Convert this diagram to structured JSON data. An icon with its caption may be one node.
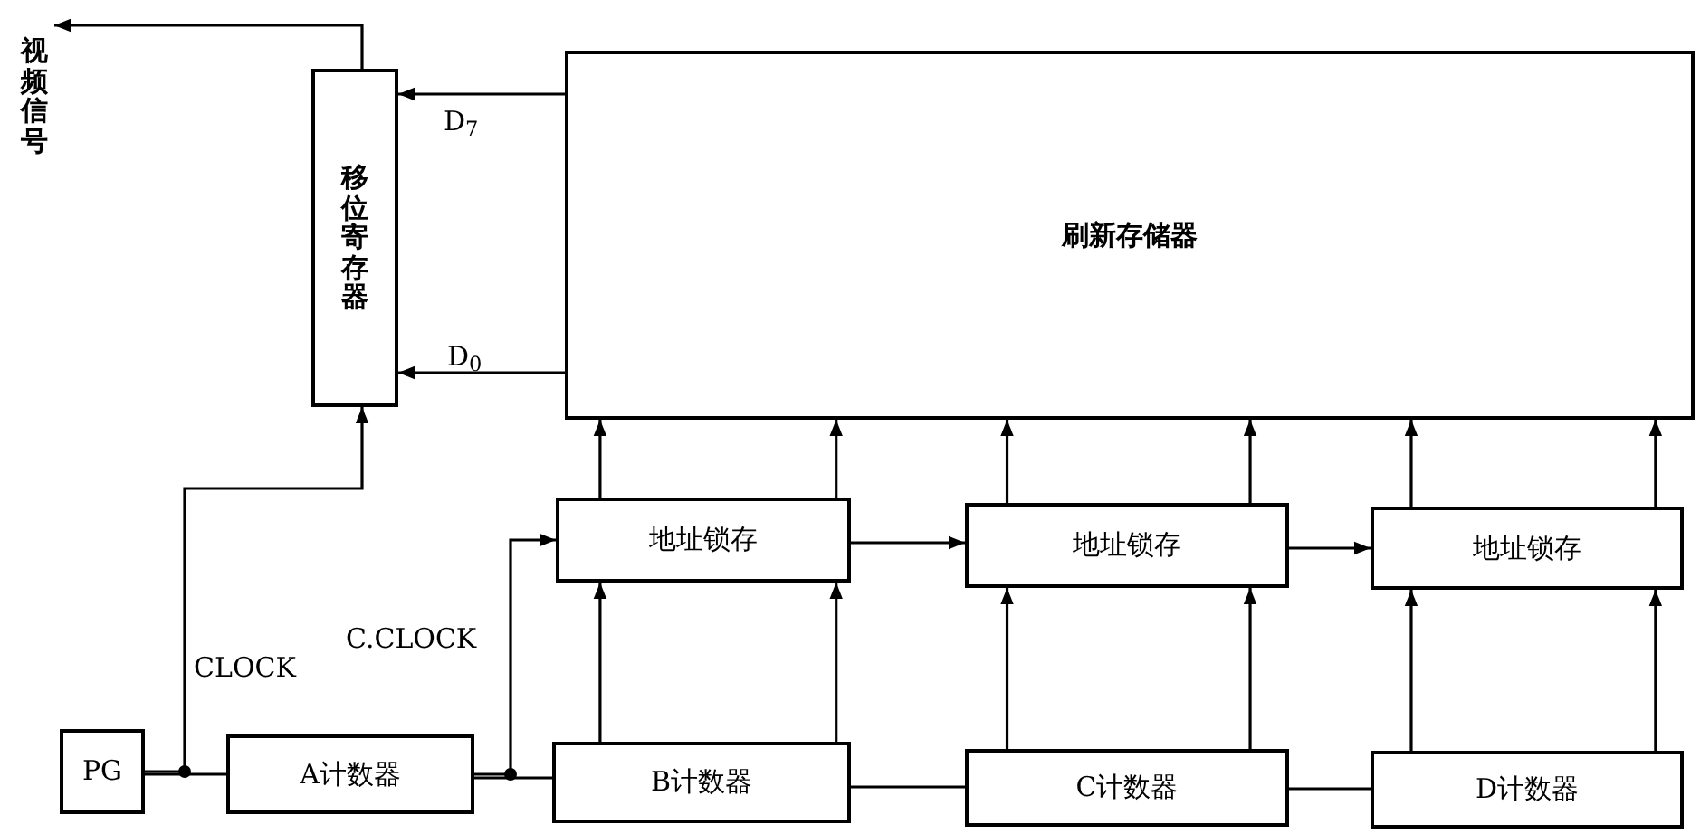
{
  "diagram": {
    "nodes": [
      {
        "text": [
          "视频信号"
        ]
      },
      {
        "text": [
          "移位寄存器"
        ]
      },
      {
        "text": [
          "刷新存储器"
        ]
      },
      {
        "text": [
          "地址锁存"
        ]
      },
      {
        "text": [
          "地址锁存"
        ]
      },
      {
        "text": [
          "地址锁存"
        ]
      },
      {
        "text": [
          "PG"
        ]
      },
      {
        "text": [
          "A计数器"
        ]
      },
      {
        "text": [
          "B计数器"
        ]
      },
      {
        "text": [
          "C计数器"
        ]
      },
      {
        "text": [
          "D计数器"
        ]
      }
    ],
    "edges": [
      {
        "from": 1,
        "to": 0,
        "arrow": "to"
      },
      {
        "from": 2,
        "to": 1,
        "arrow": "to",
        "label": "D$_{7}$"
      },
      {
        "from": 2,
        "to": 1,
        "arrow": "to",
        "label": "D$_{0}$"
      },
      {
        "from": 6,
        "to": 7,
        "arrow": "none"
      },
      {
        "from": 6,
        "to": 1,
        "arrow": "to",
        "label": "CLOCK"
      },
      {
        "from": 7,
        "to": 8,
        "arrow": "none"
      },
      {
        "from": 7,
        "to": 3,
        "arrow": "to",
        "label": "C.CLOCK"
      },
      {
        "from": 3,
        "to": 4,
        "arrow": "to"
      },
      {
        "from": 4,
        "to": 5,
        "arrow": "to"
      },
      {
        "from": 8,
        "to": 9,
        "arrow": "none"
      },
      {
        "from": 9,
        "to": 10,
        "arrow": "none"
      },
      {
        "from": 8,
        "to": 3,
        "arrow": "to"
      },
      {
        "from": 8,
        "to": 3,
        "arrow": "to"
      },
      {
        "from": 9,
        "to": 4,
        "arrow": "to"
      },
      {
        "from": 9,
        "to": 4,
        "arrow": "to"
      },
      {
        "from": 10,
        "to": 5,
        "arrow": "to"
      },
      {
        "from": 10,
        "to": 5,
        "arrow": "to"
      },
      {
        "from": 3,
        "to": 2,
        "arrow": "to"
      },
      {
        "from": 3,
        "to": 2,
        "arrow": "to"
      },
      {
        "from": 4,
        "to": 2,
        "arrow": "to"
      },
      {
        "from": 4,
        "to": 2,
        "arrow": "to"
      },
      {
        "from": 5,
        "to": 2,
        "arrow": "to"
      },
      {
        "from": 5,
        "to": 2,
        "arrow": "to"
      }
    ]
  }
}
